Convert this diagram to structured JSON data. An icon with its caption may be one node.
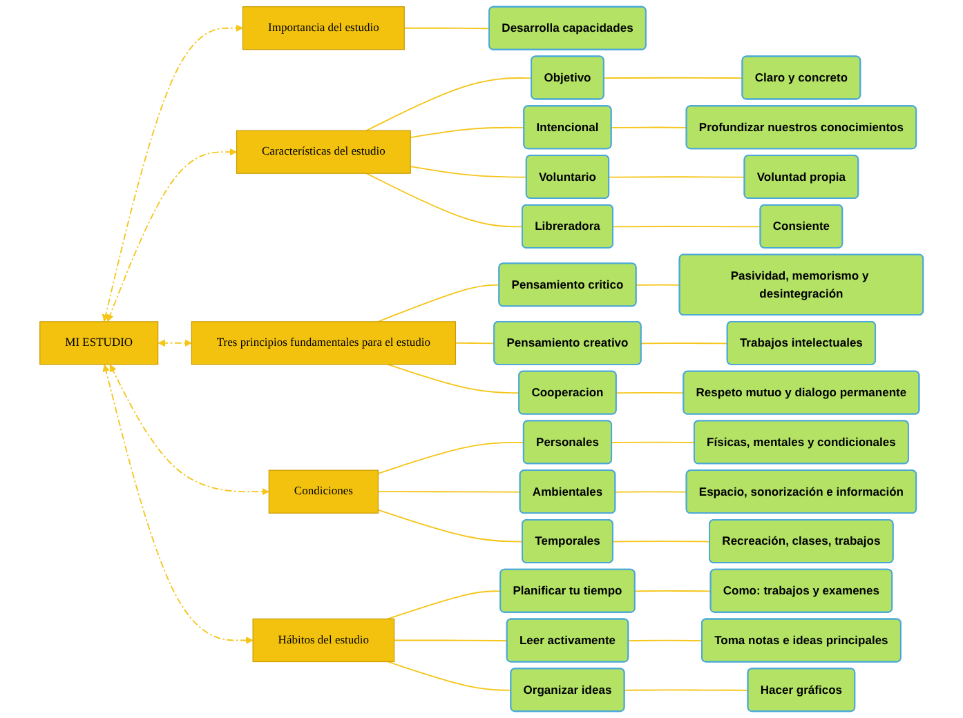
{
  "diagram": {
    "nodes": [
      {
        "text": [
          "MI ESTUDIO"
        ]
      },
      {
        "text": [
          "Importancia del estudio"
        ]
      },
      {
        "text": [
          "Desarrolla capacidades"
        ]
      },
      {
        "text": [
          "Características del estudio"
        ]
      },
      {
        "text": [
          "Objetivo"
        ]
      },
      {
        "text": [
          "Claro y concreto"
        ]
      },
      {
        "text": [
          "Intencional"
        ]
      },
      {
        "text": [
          "Profundizar nuestros conocimientos"
        ]
      },
      {
        "text": [
          "Voluntario"
        ]
      },
      {
        "text": [
          "Voluntad propia"
        ]
      },
      {
        "text": [
          "Libreradora"
        ]
      },
      {
        "text": [
          "Consiente"
        ]
      },
      {
        "text": [
          "Tres principios fundamentales para el estudio"
        ]
      },
      {
        "text": [
          "Pensamiento critico"
        ]
      },
      {
        "text": [
          "Pasividad, memorismo y desintegración"
        ]
      },
      {
        "text": [
          "Pensamiento creativo"
        ]
      },
      {
        "text": [
          "Trabajos intelectuales"
        ]
      },
      {
        "text": [
          "Cooperacion"
        ]
      },
      {
        "text": [
          "Respeto mutuo y dialogo permanente"
        ]
      },
      {
        "text": [
          "Condiciones"
        ]
      },
      {
        "text": [
          "Personales"
        ]
      },
      {
        "text": [
          "Físicas, mentales y condicionales"
        ]
      },
      {
        "text": [
          "Ambientales"
        ]
      },
      {
        "text": [
          "Espacio, sonorización e información"
        ]
      },
      {
        "text": [
          "Temporales"
        ]
      },
      {
        "text": [
          "Recreación, clases, trabajos"
        ]
      },
      {
        "text": [
          "Hábitos del estudio"
        ]
      },
      {
        "text": [
          "Planificar tu tiempo"
        ]
      },
      {
        "text": [
          "Como: trabajos y examenes"
        ]
      },
      {
        "text": [
          "Leer activamente"
        ]
      },
      {
        "text": [
          "Toma notas e ideas principales"
        ]
      },
      {
        "text": [
          "Organizar ideas"
        ]
      },
      {
        "text": [
          "Hacer gráficos"
        ]
      }
    ],
    "edges": [
      {
        "from": 0,
        "to": 1,
        "arrow": "both",
        "style": "dashed"
      },
      {
        "from": 1,
        "to": 2,
        "arrow": "none"
      },
      {
        "from": 0,
        "to": 3,
        "arrow": "both",
        "style": "dashed"
      },
      {
        "from": 3,
        "to": 4,
        "arrow": "none"
      },
      {
        "from": 4,
        "to": 5,
        "arrow": "none"
      },
      {
        "from": 3,
        "to": 6,
        "arrow": "none"
      },
      {
        "from": 6,
        "to": 7,
        "arrow": "none"
      },
      {
        "from": 3,
        "to": 8,
        "arrow": "none"
      },
      {
        "from": 8,
        "to": 9,
        "arrow": "none"
      },
      {
        "from": 3,
        "to": 10,
        "arrow": "none"
      },
      {
        "from": 10,
        "to": 11,
        "arrow": "none"
      },
      {
        "from": 0,
        "to": 12,
        "arrow": "both",
        "style": "dashed"
      },
      {
        "from": 12,
        "to": 13,
        "arrow": "none"
      },
      {
        "from": 13,
        "to": 14,
        "arrow": "none"
      },
      {
        "from": 12,
        "to": 15,
        "arrow": "none"
      },
      {
        "from": 15,
        "to": 16,
        "arrow": "none"
      },
      {
        "from": 12,
        "to": 17,
        "arrow": "none"
      },
      {
        "from": 17,
        "to": 18,
        "arrow": "none"
      },
      {
        "from": 0,
        "to": 19,
        "arrow": "both",
        "style": "dashed"
      },
      {
        "from": 19,
        "to": 20,
        "arrow": "none"
      },
      {
        "from": 20,
        "to": 21,
        "arrow": "none"
      },
      {
        "from": 19,
        "to": 22,
        "arrow": "none"
      },
      {
        "from": 22,
        "to": 23,
        "arrow": "none"
      },
      {
        "from": 19,
        "to": 24,
        "arrow": "none"
      },
      {
        "from": 24,
        "to": 25,
        "arrow": "none"
      },
      {
        "from": 0,
        "to": 26,
        "arrow": "both",
        "style": "dashed"
      },
      {
        "from": 26,
        "to": 27,
        "arrow": "none"
      },
      {
        "from": 27,
        "to": 28,
        "arrow": "none"
      },
      {
        "from": 26,
        "to": 29,
        "arrow": "none"
      },
      {
        "from": 29,
        "to": 30,
        "arrow": "none"
      },
      {
        "from": 26,
        "to": 31,
        "arrow": "none"
      },
      {
        "from": 31,
        "to": 32,
        "arrow": "none"
      }
    ]
  }
}
